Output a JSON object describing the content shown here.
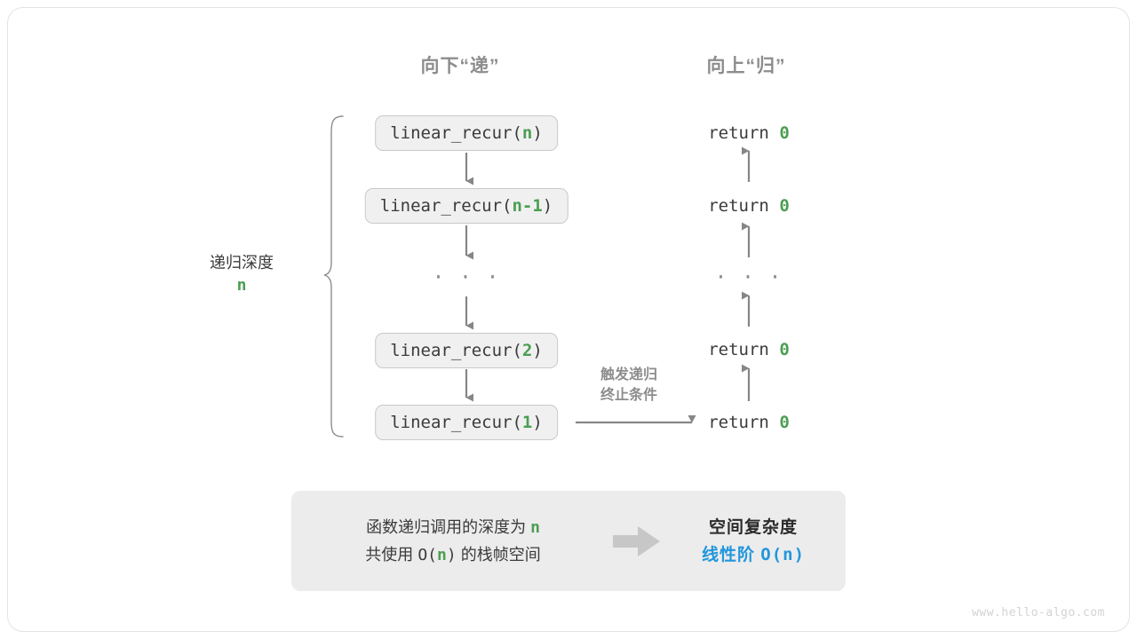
{
  "diagram": {
    "headings": {
      "descend": "向下“递”",
      "ascend": "向上“归”"
    },
    "depth_label": {
      "text": "递归深度",
      "value": "n"
    },
    "calls": [
      {
        "prefix": "linear_recur(",
        "arg": "n",
        "suffix": ")"
      },
      {
        "prefix": "linear_recur(",
        "arg": "n-1",
        "suffix": ")"
      },
      {
        "prefix": "linear_recur(",
        "arg": "2",
        "suffix": ")"
      },
      {
        "prefix": "linear_recur(",
        "arg": "1",
        "suffix": ")"
      }
    ],
    "ellipsis": "· · ·",
    "returns": [
      {
        "keyword": "return ",
        "value": "0"
      },
      {
        "keyword": "return ",
        "value": "0"
      },
      {
        "keyword": "return ",
        "value": "0"
      },
      {
        "keyword": "return ",
        "value": "0"
      }
    ],
    "trigger_note": {
      "line1": "触发递归",
      "line2": "终止条件"
    },
    "summary": {
      "left_line1_a": "函数递归调用的深度为 ",
      "left_line1_hl": "n",
      "left_line2_a": "共使用 ",
      "left_line2_b": "O(",
      "left_line2_hl": "n",
      "left_line2_c": ")",
      "left_line2_d": " 的栈帧空间",
      "right_line1": "空间复杂度",
      "right_line2_a": "线性阶 ",
      "right_line2_b": "O(n)"
    },
    "watermark": "www.hello-algo.com",
    "colors": {
      "highlight_green": "#4b9e52",
      "accent_blue": "#2196dd",
      "arrow_gray": "#868686",
      "box_fill": "#f0f0f0",
      "box_border": "#c9c9c9",
      "panel_fill": "#ececec"
    }
  }
}
